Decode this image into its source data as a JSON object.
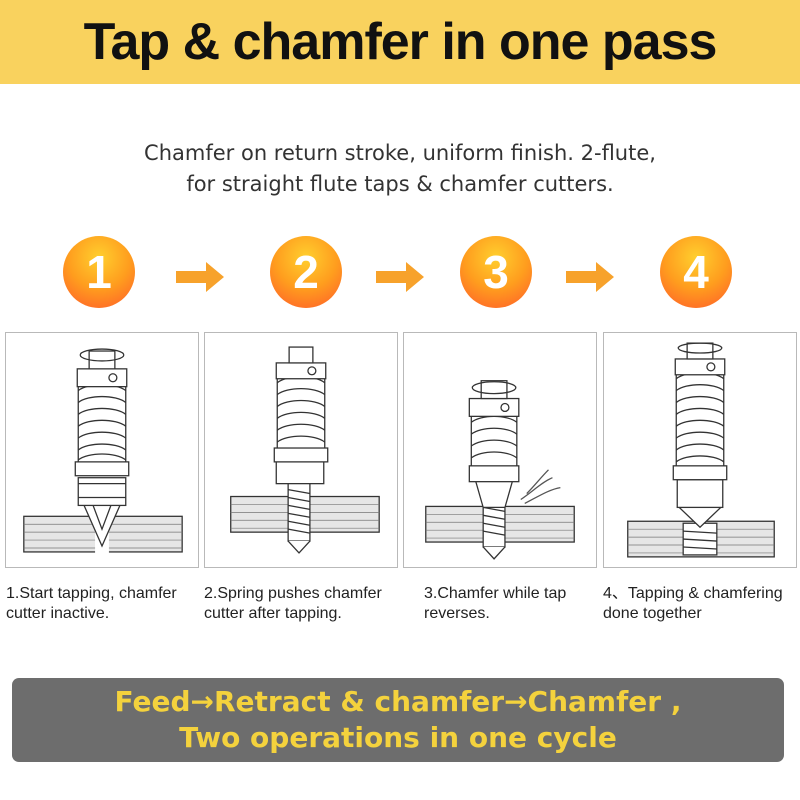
{
  "title": "Tap & chamfer in one pass",
  "subtitle": [
    "Chamfer on return stroke, uniform finish. 2-flute,",
    "for straight flute taps & chamfer cutters."
  ],
  "steps": [
    {
      "number": "1",
      "caption_lines": [
        "1.Start tapping, chamfer",
        "cutter  inactive."
      ]
    },
    {
      "number": "2",
      "caption_lines": [
        "2.Spring pushes  chamfer",
        "cutter  after tapping."
      ]
    },
    {
      "number": "3",
      "caption_lines": [
        "3.Chamfer while tap",
        "reverses."
      ]
    },
    {
      "number": "4",
      "caption_lines": [
        "4、Tapping & chamfering",
        "done together"
      ]
    }
  ],
  "footer": [
    "Feed→Retract & chamfer→Chamfer ,",
    "Two operations in one cycle"
  ],
  "colors": {
    "banner": "#f9d25e",
    "badge_top": "#ffcf2e",
    "badge_bottom": "#ff5a2a",
    "arrow": "#f7a22b",
    "footer_bg": "#6d6d6d",
    "footer_text": "#f4d23d"
  }
}
